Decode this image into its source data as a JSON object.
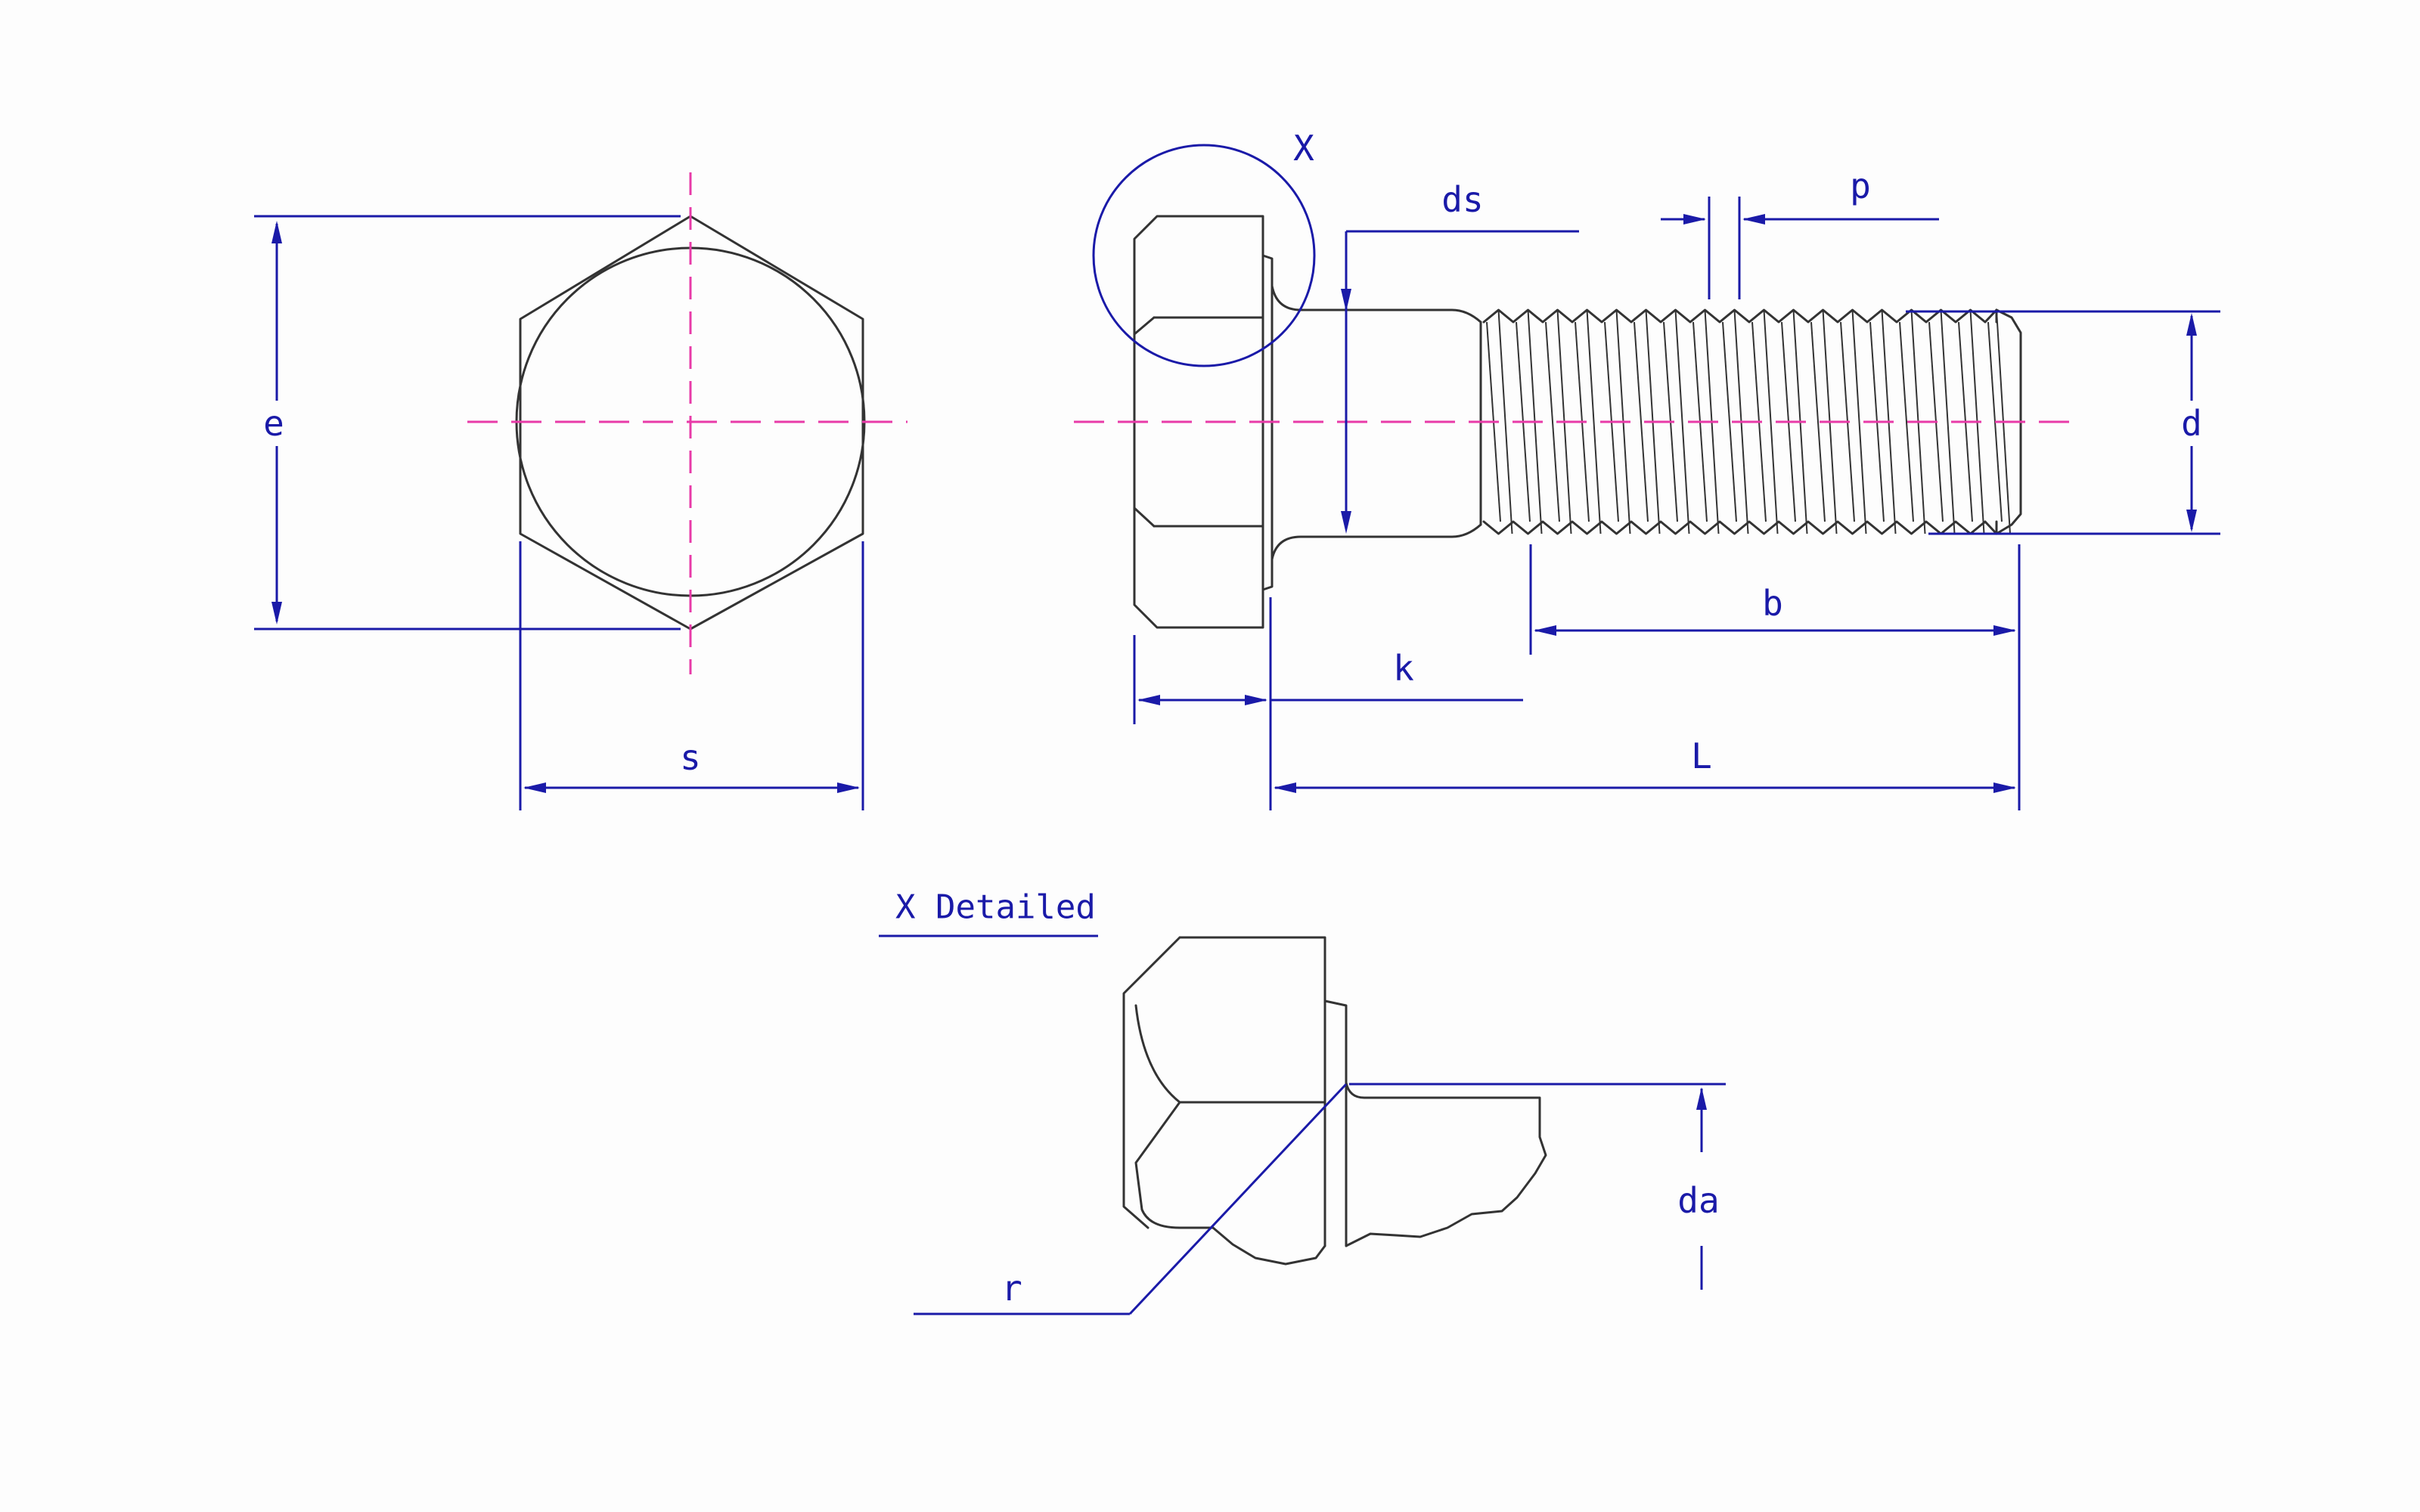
{
  "labels": {
    "e": "e",
    "s": "s",
    "x_marker": "X",
    "ds": "ds",
    "p": "p",
    "d": "d",
    "b": "b",
    "k": "k",
    "L": "L",
    "detail_title": "X Detailed",
    "da": "da",
    "r": "r"
  },
  "colors": {
    "outline": "#333333",
    "dimension": "#1a1aa8",
    "centerline": "#e83aa8",
    "background": "#fdfdfd"
  }
}
